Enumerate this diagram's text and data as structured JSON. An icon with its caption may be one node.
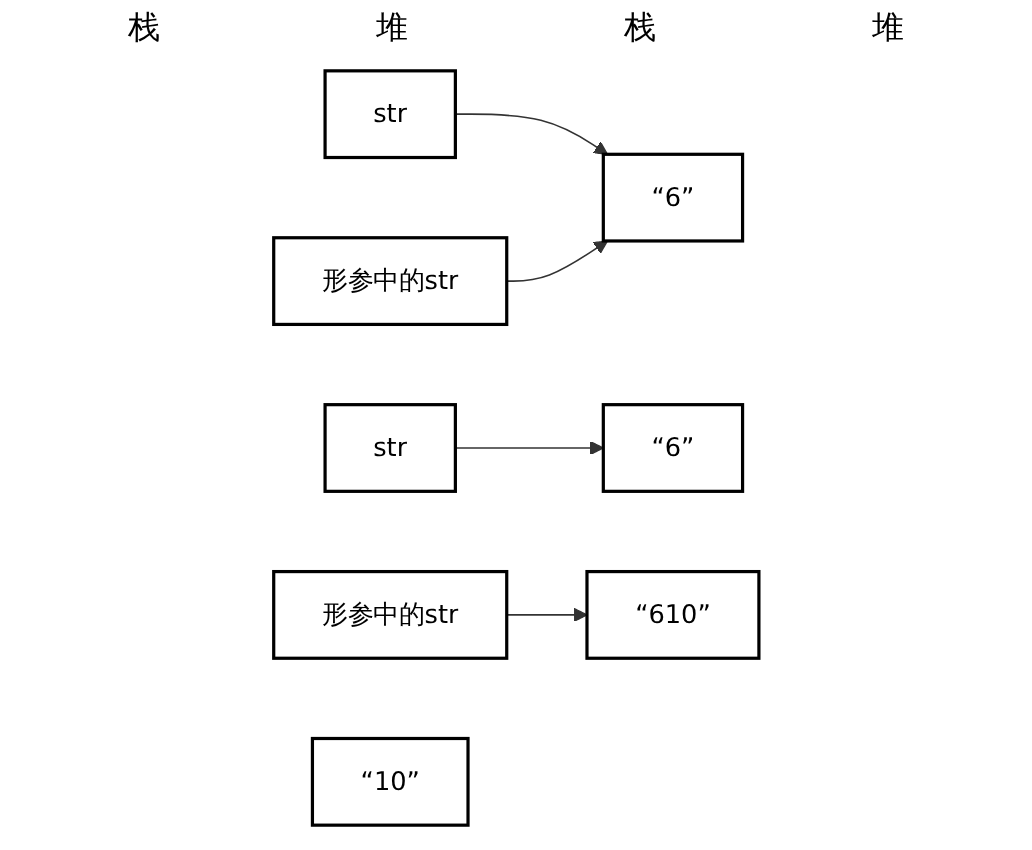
{
  "diagram": {
    "nodes": [
      {
        "text": [
          "str"
        ]
      },
      {
        "text": [
          "形参中的str"
        ]
      },
      {
        "text": [
          "“6”"
        ]
      },
      {
        "text": [
          "str"
        ]
      },
      {
        "text": [
          "形参中的str"
        ]
      },
      {
        "text": [
          "“6”"
        ]
      },
      {
        "text": [
          "“10”"
        ]
      },
      {
        "text": [
          "“610”"
        ]
      }
    ],
    "edges": [
      {
        "from": 0,
        "to": 2,
        "arrow": "to"
      },
      {
        "from": 1,
        "to": 2,
        "arrow": "to"
      },
      {
        "from": 3,
        "to": 5,
        "arrow": "to"
      },
      {
        "from": 4,
        "to": 7,
        "arrow": "to"
      }
    ],
    "labels": [
      "栈",
      "堆",
      "栈",
      "堆"
    ]
  }
}
